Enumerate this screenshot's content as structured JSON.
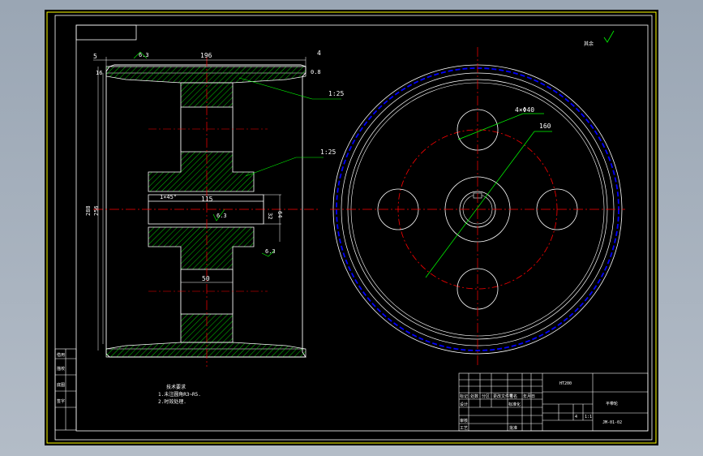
{
  "drawing": {
    "roughness_note": "其余",
    "dimensions": {
      "width_total": "196",
      "left_step": "5",
      "left_small": "16",
      "right_small": "4",
      "right_chamfer": "0.8",
      "taper_upper": "1:25",
      "taper_lower": "1:25",
      "shaft_len": "115",
      "hub_len": "50",
      "bore_small": "32",
      "bore_large": "64",
      "dia_outer": "288",
      "dia_inner": "256",
      "holes": "4×Φ40",
      "pcd": "160",
      "keyway": "1×45°",
      "rough_left": "6.3",
      "rough_mid": "6.3",
      "rough_right": "6.3"
    },
    "technical_requirements": {
      "title": "技术要求",
      "items": [
        "1.未注圆角R3~R5.",
        "2.时效处理."
      ]
    },
    "title_block": {
      "material": "HT200",
      "part_name": "平带轮",
      "drawing_no": "JM-01-02",
      "scale": "1:1",
      "qty": "4",
      "left_labels": [
        "标记",
        "处数",
        "分区",
        "更改文件号",
        "签名",
        "年月日"
      ],
      "row_labels": [
        "设计",
        "标准化",
        "审核",
        "工艺",
        "批准"
      ],
      "side_labels": [
        "借用",
        "描校",
        "底图",
        "签字"
      ]
    },
    "colors": {
      "background": "#000000",
      "frame": "#ffffff",
      "outer_frame": "#ffff00",
      "hatch": "#00ff00",
      "centerline": "#ff0000",
      "dimension": "#ffffff",
      "leader": "#00ff00",
      "rim_dashed": "#0000ff"
    }
  }
}
